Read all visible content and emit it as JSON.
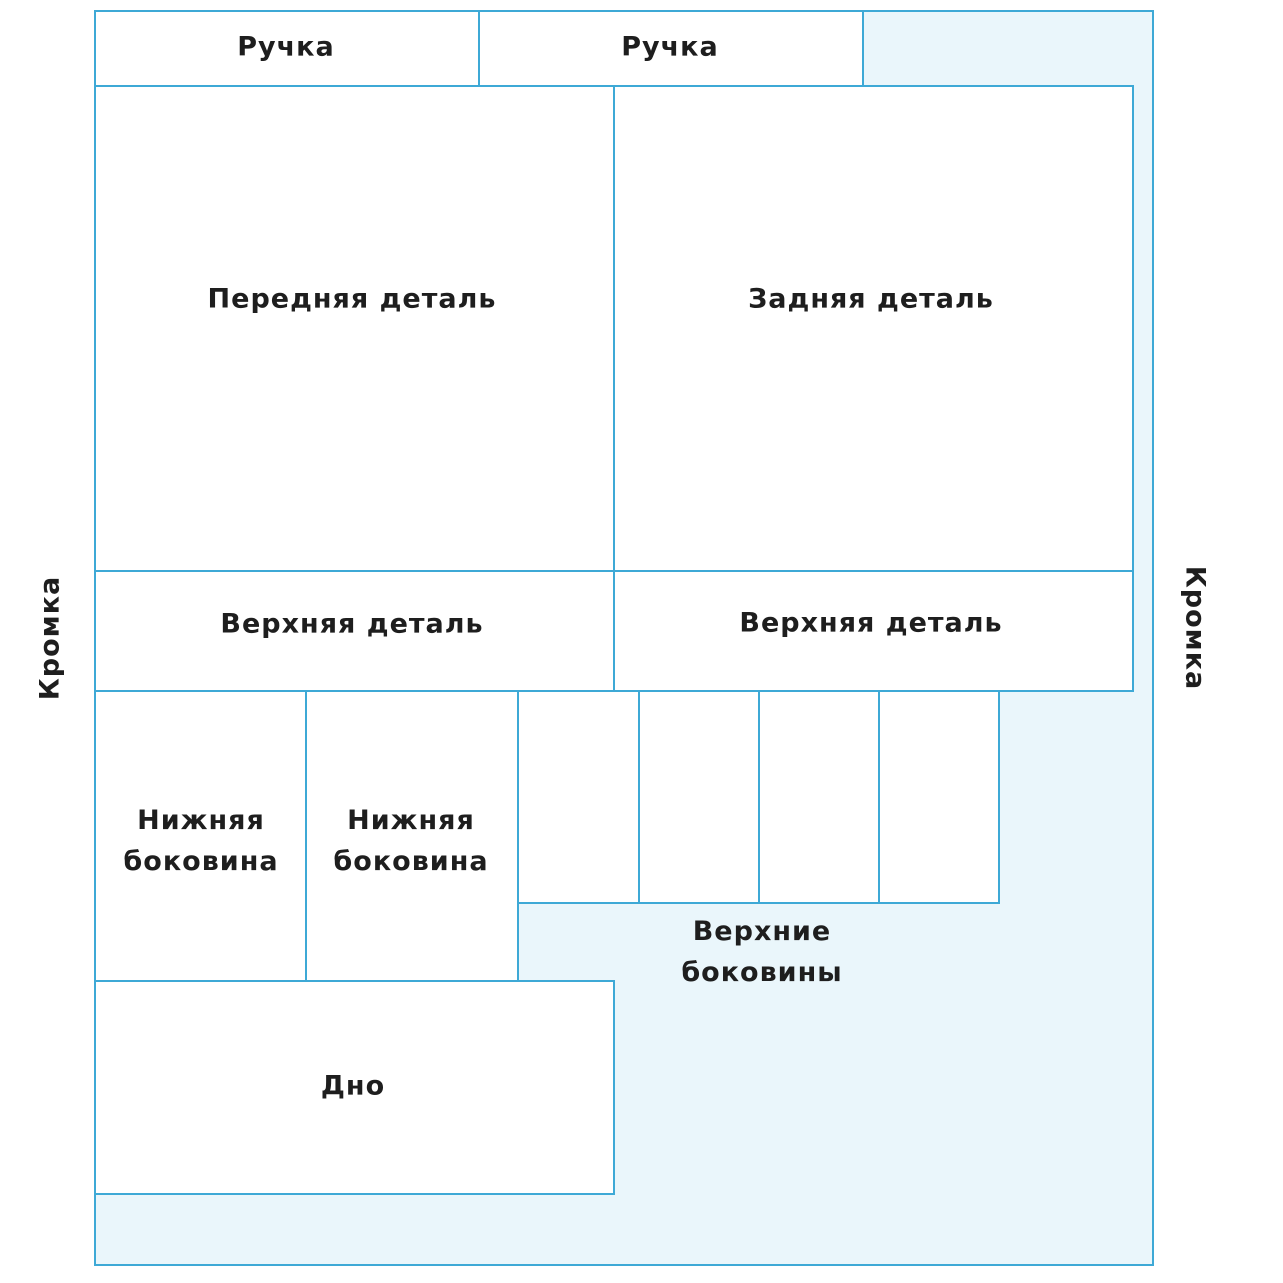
{
  "colors": {
    "outline": "#3ea9d6",
    "fabric_fill": "#eaf6fb",
    "piece_fill": "#ffffff",
    "text": "#1e1e1e"
  },
  "selvedge": {
    "left": "Кромка",
    "right": "Кромка"
  },
  "pieces": {
    "handle_1": "Ручка",
    "handle_2": "Ручка",
    "front": "Передняя деталь",
    "back": "Задняя деталь",
    "top_1": "Верхняя деталь",
    "top_2": "Верхняя деталь",
    "lower_side_1": "Нижняя\nбоковина",
    "lower_side_2": "Нижняя\nбоковина",
    "upper_sides": "Верхние\nбоковины",
    "bottom": "Дно"
  }
}
